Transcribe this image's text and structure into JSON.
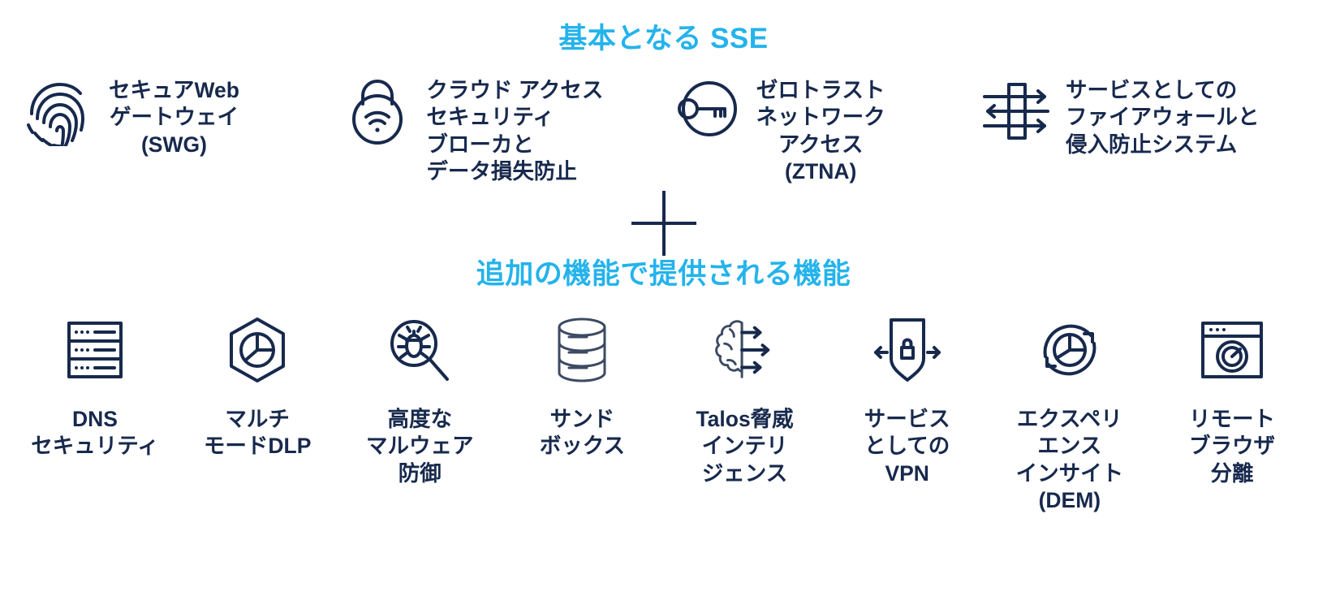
{
  "colors": {
    "accent_cyan": "#24b3ec",
    "navy": "#17294d",
    "background": "#ffffff"
  },
  "sections": {
    "sse": {
      "heading": "基本となる SSE",
      "items": [
        {
          "icon": "fingerprint-icon",
          "label": "セキュアWeb\nゲートウェイ\n(SWG)",
          "align": "center"
        },
        {
          "icon": "padlock-wifi-icon",
          "label": "クラウド アクセス\nセキュリティ\nブローカと\nデータ損失防止",
          "align": "left"
        },
        {
          "icon": "key-circle-icon",
          "label": "ゼロトラスト\nネットワーク\nアクセス\n(ZTNA)",
          "align": "center"
        },
        {
          "icon": "firewall-arrows-icon",
          "label": "サービスとしての\nファイアウォールと\n侵入防止システム",
          "align": "left"
        }
      ]
    },
    "divider": {
      "symbol": "plus-sign"
    },
    "addons": {
      "heading": "追加の機能で提供される機能",
      "items": [
        {
          "icon": "server-rack-icon",
          "label": "DNS\nセキュリティ"
        },
        {
          "icon": "hexagon-pie-chart-icon",
          "label": "マルチ\nモードDLP"
        },
        {
          "icon": "magnifier-bug-icon",
          "label": "高度な\nマルウェア\n防御"
        },
        {
          "icon": "database-cylinder-icon",
          "label": "サンド\nボックス"
        },
        {
          "icon": "brain-arrows-icon",
          "label": "Talos脅威\nインテリ\nジェンス"
        },
        {
          "icon": "shield-lock-arrows-icon",
          "label": "サービス\nとしての\nVPN"
        },
        {
          "icon": "refresh-pie-chart-icon",
          "label": "エクスペリ\nエンス\nインサイト\n(DEM)"
        },
        {
          "icon": "browser-gauge-icon",
          "label": "リモート\nブラウザ\n分離"
        }
      ]
    }
  }
}
